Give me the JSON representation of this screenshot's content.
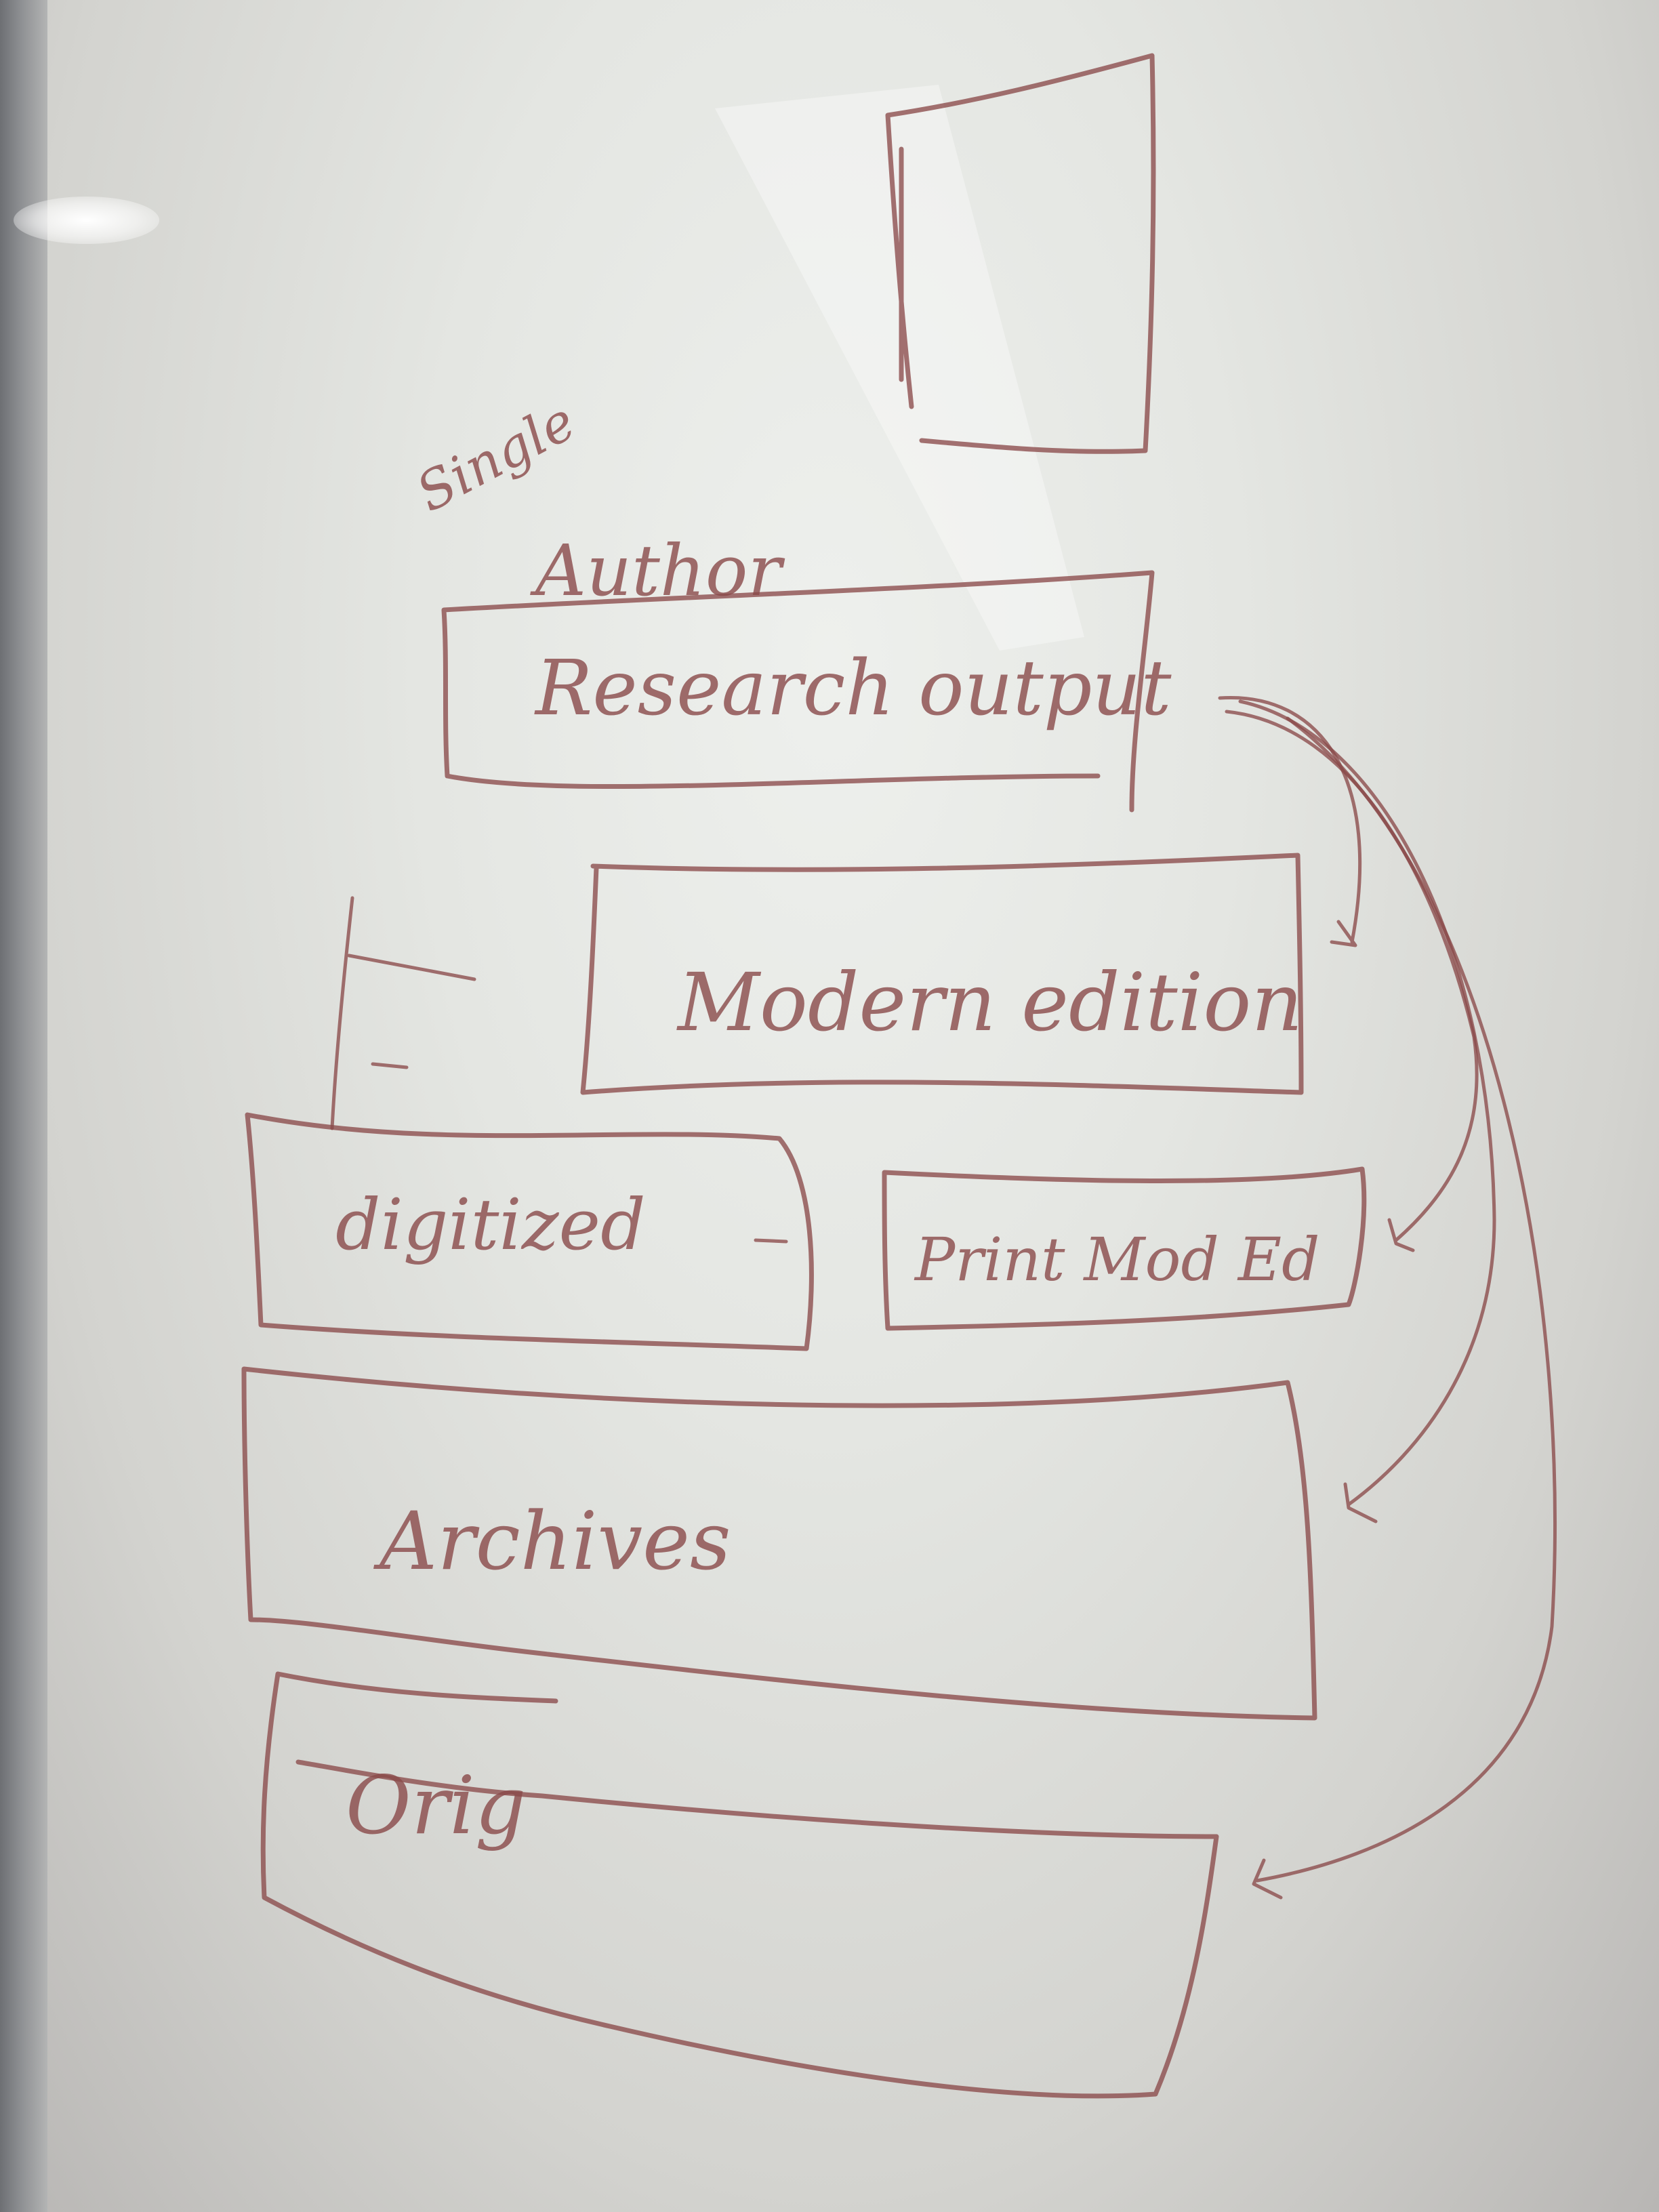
{
  "whiteboard": {
    "ink_color": "#8a4a4a",
    "annotations": {
      "single": "Single",
      "author": "Author"
    },
    "boxes": {
      "research_output": "Research output",
      "modern_edition": "Modern edition",
      "digitized": "digitized",
      "print_modern_edition": "Print Mod Ed",
      "archives": "Archives",
      "orig": "Orig"
    },
    "icons": {
      "arrow": "curved-arrow-icon"
    }
  }
}
